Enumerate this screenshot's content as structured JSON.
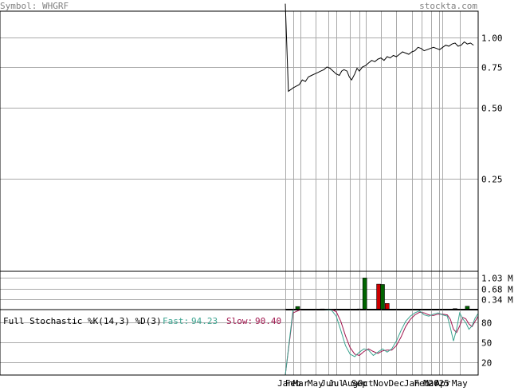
{
  "header": {
    "symbol_label": "Symbol: WHGRF",
    "site": "stockta.com"
  },
  "colors": {
    "background": "#ffffff",
    "frame": "#000000",
    "grid": "#aaaaaa",
    "price_line": "#000000",
    "volume_up": "#006400",
    "volume_down": "#cc0000",
    "stoch_fast": "#3aa38f",
    "stoch_slow": "#a0164e",
    "header_text": "#808080"
  },
  "chart_data": [
    {
      "type": "line",
      "panel": "price",
      "scale": "log",
      "ylim": [
        0.1,
        1.3
      ],
      "yticks": [
        1.0,
        0.75,
        0.5,
        0.25
      ],
      "ytick_labels": [
        "1.00",
        "0.75",
        "0.50",
        "0.25"
      ],
      "x_months": [
        "Jan",
        "Feb",
        "Mar",
        "May",
        "Jun",
        "Jul",
        "Aug",
        "Sep",
        "Oct",
        "Nov",
        "Dec",
        "Jan",
        "Feb",
        "Mar",
        "2025",
        "Apr",
        "May"
      ],
      "series": [
        {
          "values": [
            [
              0.0,
              1.4
            ],
            [
              0.4,
              0.59
            ],
            [
              0.7,
              0.6
            ],
            [
              1.0,
              0.61
            ],
            [
              1.4,
              0.62
            ],
            [
              1.8,
              0.63
            ],
            [
              2.2,
              0.66
            ],
            [
              2.6,
              0.65
            ],
            [
              3.0,
              0.68
            ],
            [
              3.4,
              0.69
            ],
            [
              3.8,
              0.7
            ],
            [
              4.2,
              0.71
            ],
            [
              4.6,
              0.72
            ],
            [
              5.0,
              0.73
            ],
            [
              5.4,
              0.75
            ],
            [
              5.8,
              0.74
            ],
            [
              6.2,
              0.72
            ],
            [
              6.6,
              0.7
            ],
            [
              7.0,
              0.69
            ],
            [
              7.3,
              0.72
            ],
            [
              7.6,
              0.73
            ],
            [
              8.0,
              0.72
            ],
            [
              8.3,
              0.68
            ],
            [
              8.6,
              0.66
            ],
            [
              9.0,
              0.7
            ],
            [
              9.3,
              0.74
            ],
            [
              9.6,
              0.72
            ],
            [
              10.0,
              0.75
            ],
            [
              10.4,
              0.76
            ],
            [
              10.8,
              0.78
            ],
            [
              11.2,
              0.8
            ],
            [
              11.6,
              0.79
            ],
            [
              12.0,
              0.81
            ],
            [
              12.4,
              0.82
            ],
            [
              12.8,
              0.8
            ],
            [
              13.2,
              0.83
            ],
            [
              13.6,
              0.82
            ],
            [
              14.0,
              0.84
            ],
            [
              14.4,
              0.83
            ],
            [
              14.8,
              0.85
            ],
            [
              15.2,
              0.87
            ],
            [
              15.6,
              0.86
            ],
            [
              16.0,
              0.85
            ],
            [
              16.4,
              0.87
            ],
            [
              16.8,
              0.88
            ],
            [
              17.2,
              0.91
            ],
            [
              17.6,
              0.9
            ],
            [
              18.0,
              0.88
            ],
            [
              18.4,
              0.89
            ],
            [
              18.8,
              0.9
            ],
            [
              19.2,
              0.91
            ],
            [
              19.6,
              0.9
            ],
            [
              20.0,
              0.89
            ],
            [
              20.4,
              0.91
            ],
            [
              20.8,
              0.93
            ],
            [
              21.2,
              0.92
            ],
            [
              21.6,
              0.94
            ],
            [
              22.0,
              0.95
            ],
            [
              22.4,
              0.92
            ],
            [
              22.8,
              0.93
            ],
            [
              23.2,
              0.96
            ],
            [
              23.6,
              0.94
            ],
            [
              24.0,
              0.95
            ],
            [
              24.4,
              0.93
            ]
          ]
        }
      ]
    },
    {
      "type": "bar",
      "panel": "volume",
      "ylim": [
        0,
        1.25
      ],
      "yticks": [
        1.03,
        0.68,
        0.34
      ],
      "ytick_labels": [
        "1.03 M",
        "0.68 M",
        "0.34 M"
      ],
      "bars": [
        {
          "x": 0.5,
          "value": 0.01,
          "dir": "up"
        },
        {
          "x": 1.6,
          "value": 0.1,
          "dir": "up"
        },
        {
          "x": 4.8,
          "value": 0.02,
          "dir": "up"
        },
        {
          "x": 9.6,
          "value": 0.02,
          "dir": "up"
        },
        {
          "x": 10.3,
          "value": 1.03,
          "dir": "up"
        },
        {
          "x": 12.1,
          "value": 0.83,
          "dir": "down"
        },
        {
          "x": 12.6,
          "value": 0.82,
          "dir": "up"
        },
        {
          "x": 13.2,
          "value": 0.2,
          "dir": "down"
        },
        {
          "x": 16.4,
          "value": 0.01,
          "dir": "up"
        },
        {
          "x": 20.6,
          "value": 0.01,
          "dir": "up"
        },
        {
          "x": 22.0,
          "value": 0.03,
          "dir": "up"
        },
        {
          "x": 23.6,
          "value": 0.11,
          "dir": "up"
        }
      ]
    },
    {
      "type": "line",
      "panel": "stochastic",
      "title": "Full Stochastic %K(14,3) %D(3)",
      "fast_label": "Fast:",
      "fast_value": "94.23",
      "slow_label": "Slow:",
      "slow_value": "90.40",
      "ylim": [
        0,
        100
      ],
      "yticks": [
        80,
        50,
        20
      ],
      "ytick_labels": [
        "80",
        "50",
        "20"
      ],
      "series": [
        {
          "name": "Fast",
          "values": [
            [
              0.0,
              0
            ],
            [
              1.0,
              100
            ],
            [
              2.0,
              100
            ],
            [
              3.0,
              100
            ],
            [
              4.0,
              100
            ],
            [
              5.0,
              100
            ],
            [
              6.0,
              99
            ],
            [
              6.6,
              90
            ],
            [
              7.2,
              68
            ],
            [
              7.8,
              45
            ],
            [
              8.4,
              32
            ],
            [
              9.0,
              28
            ],
            [
              9.6,
              35
            ],
            [
              10.2,
              40
            ],
            [
              10.8,
              38
            ],
            [
              11.4,
              30
            ],
            [
              12.0,
              35
            ],
            [
              12.6,
              40
            ],
            [
              13.2,
              35
            ],
            [
              13.8,
              40
            ],
            [
              14.4,
              52
            ],
            [
              15.0,
              68
            ],
            [
              15.6,
              82
            ],
            [
              16.2,
              90
            ],
            [
              16.8,
              95
            ],
            [
              17.4,
              98
            ],
            [
              18.0,
              92
            ],
            [
              18.6,
              90
            ],
            [
              19.2,
              93
            ],
            [
              19.8,
              95
            ],
            [
              20.4,
              92
            ],
            [
              21.0,
              90
            ],
            [
              21.4,
              72
            ],
            [
              21.8,
              52
            ],
            [
              22.2,
              70
            ],
            [
              22.6,
              95
            ],
            [
              23.0,
              86
            ],
            [
              23.4,
              80
            ],
            [
              23.8,
              70
            ],
            [
              24.2,
              75
            ],
            [
              24.6,
              87
            ],
            [
              25.0,
              94
            ]
          ]
        },
        {
          "name": "Slow",
          "values": [
            [
              0.0,
              0
            ],
            [
              1.0,
              95
            ],
            [
              2.0,
              100
            ],
            [
              3.0,
              100
            ],
            [
              4.0,
              100
            ],
            [
              5.0,
              100
            ],
            [
              6.0,
              100
            ],
            [
              6.6,
              97
            ],
            [
              7.2,
              82
            ],
            [
              7.8,
              60
            ],
            [
              8.4,
              42
            ],
            [
              9.0,
              32
            ],
            [
              9.6,
              30
            ],
            [
              10.2,
              36
            ],
            [
              10.8,
              40
            ],
            [
              11.4,
              36
            ],
            [
              12.0,
              33
            ],
            [
              12.6,
              37
            ],
            [
              13.2,
              38
            ],
            [
              13.8,
              38
            ],
            [
              14.4,
              45
            ],
            [
              15.0,
              58
            ],
            [
              15.6,
              74
            ],
            [
              16.2,
              85
            ],
            [
              16.8,
              92
            ],
            [
              17.4,
              96
            ],
            [
              18.0,
              95
            ],
            [
              18.6,
              92
            ],
            [
              19.2,
              91
            ],
            [
              19.8,
              93
            ],
            [
              20.4,
              93
            ],
            [
              21.0,
              92
            ],
            [
              21.4,
              85
            ],
            [
              21.8,
              70
            ],
            [
              22.2,
              65
            ],
            [
              22.6,
              75
            ],
            [
              23.0,
              88
            ],
            [
              23.4,
              86
            ],
            [
              23.8,
              78
            ],
            [
              24.2,
              74
            ],
            [
              24.6,
              82
            ],
            [
              25.0,
              90
            ]
          ]
        }
      ]
    }
  ],
  "x_axis": {
    "ticks": [
      {
        "label": "Jan",
        "x": 0.0
      },
      {
        "label": "Feb",
        "x": 1.0
      },
      {
        "label": "Mar",
        "x": 2.0
      },
      {
        "label": "May",
        "x": 3.9
      },
      {
        "label": "Jun",
        "x": 5.6
      },
      {
        "label": "Jul",
        "x": 6.6
      },
      {
        "label": "Aug",
        "x": 8.4
      },
      {
        "label": "Sep",
        "x": 9.6
      },
      {
        "label": "Oct",
        "x": 10.4
      },
      {
        "label": "Nov",
        "x": 12.4
      },
      {
        "label": "Dec",
        "x": 14.4
      },
      {
        "label": "Jan",
        "x": 16.4
      },
      {
        "label": "Feb",
        "x": 17.7
      },
      {
        "label": "Mar",
        "x": 18.9
      },
      {
        "label": "2025",
        "x": 19.9
      },
      {
        "label": "Apr",
        "x": 20.4
      },
      {
        "label": "May",
        "x": 22.6
      }
    ]
  }
}
